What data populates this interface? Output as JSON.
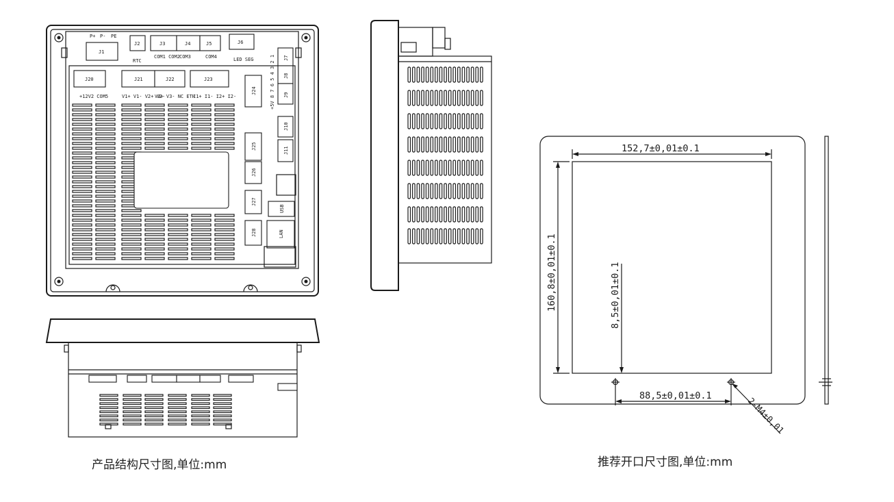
{
  "captions": {
    "product": "产品结构尺寸图,单位:mm",
    "cutout": "推荐开口尺寸图,单位:mm"
  },
  "power_labels": [
    "P+",
    "P-",
    "PE"
  ],
  "top_connectors": [
    {
      "id": "J1",
      "sub": ""
    },
    {
      "id": "J2",
      "sub": "RTC"
    },
    {
      "id": "J3",
      "sub": "COM1 COM2"
    },
    {
      "id": "J4",
      "sub": "COM3"
    },
    {
      "id": "J5",
      "sub": "COM4"
    },
    {
      "id": "J6",
      "sub": "LED SEG"
    }
  ],
  "inner_connectors": [
    {
      "id": "J20",
      "sub": "+12V2   COM5"
    },
    {
      "id": "J21",
      "sub": "V1+ V1- V2+ V2-"
    },
    {
      "id": "J22",
      "sub": "V3+ V3- NC  ETH"
    },
    {
      "id": "J23",
      "sub": "I1+ I1- I2+ I2-"
    }
  ],
  "right_connectors": [
    "J7",
    "J8",
    "J9",
    "J10",
    "J11",
    "J24",
    "J25",
    "J26",
    "J27",
    "J28",
    "USB",
    "LAN"
  ],
  "right_side_text": "+5V  8  7  6  5  4  3  2  1",
  "dimensions": {
    "width": "152,7±0,01±0.1",
    "height": "160,8±0,01±0.1",
    "hole_offset": "8,5±0,01±0.1",
    "hole_spacing": "88,5±0,01±0.1",
    "screw": "2-M4±0,01"
  }
}
